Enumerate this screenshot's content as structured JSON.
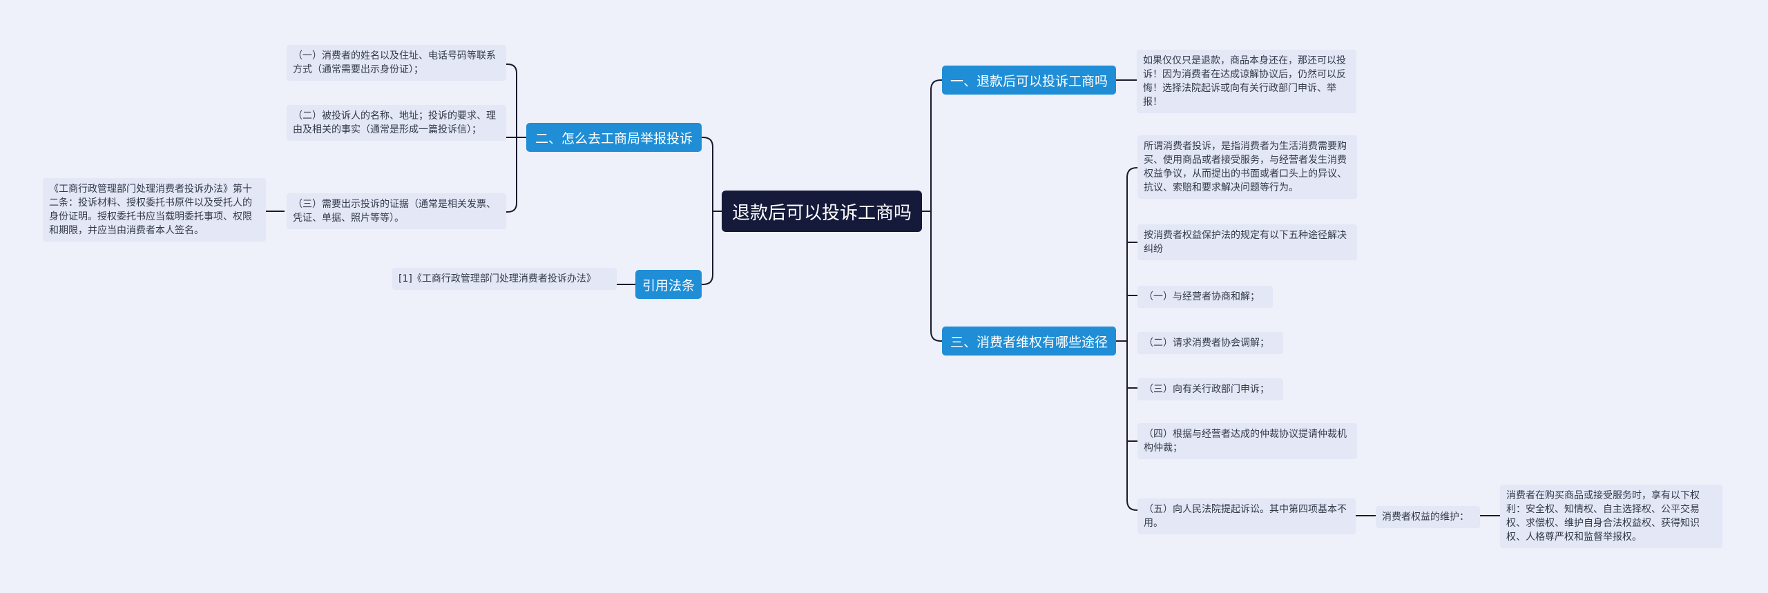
{
  "root": "退款后可以投诉工商吗",
  "branches": {
    "b1": "一、退款后可以投诉工商吗",
    "b2": "二、怎么去工商局举报投诉",
    "b3": "三、消费者维权有哪些途径",
    "b4": "引用法条"
  },
  "leaves": {
    "b1_1": "如果仅仅只是退款，商品本身还在，那还可以投诉！因为消费者在达成谅解协议后，仍然可以反悔！选择法院起诉或向有关行政部门申诉、举报！",
    "b2_1": "（一）消费者的姓名以及住址、电话号码等联系方式（通常需要出示身份证）；",
    "b2_2": "（二）被投诉人的名称、地址；投诉的要求、理由及相关的事实（通常是形成一篇投诉信）；",
    "b2_3": "（三）需要出示投诉的证据（通常是相关发票、凭证、单据、照片等等）。",
    "b2_3_1": "《工商行政管理部门处理消费者投诉办法》第十二条：投诉材料、授权委托书原件以及受托人的身份证明。授权委托书应当载明委托事项、权限和期限，并应当由消费者本人签名。",
    "b3_1": "所谓消费者投诉，是指消费者为生活消费需要购买、使用商品或者接受服务，与经营者发生消费权益争议，从而提出的书面或者口头上的异议、抗议、索赔和要求解决问题等行为。",
    "b3_2": "按消费者权益保护法的规定有以下五种途径解决纠纷",
    "b3_3": "（一）与经营者协商和解；",
    "b3_4": "（二）请求消费者协会调解；",
    "b3_5": "（三）向有关行政部门申诉；",
    "b3_6": "（四）根据与经营者达成的仲裁协议提请仲裁机构仲裁；",
    "b3_7": "（五）向人民法院提起诉讼。其中第四项基本不用。",
    "b3_7_1": "消费者权益的维护：",
    "b3_7_1_1": "消费者在购买商品或接受服务时，享有以下权利：安全权、知情权、自主选择权、公平交易权、求偿权、维护自身合法权益权、获得知识权、人格尊严权和监督举报权。",
    "b4_1": "[1]《工商行政管理部门处理消费者投诉办法》"
  },
  "colors": {
    "background": "#eef0fa",
    "root": "#151a3a",
    "branch": "#1f8ed6",
    "leaf": "#e3e7f6",
    "line": "#1a1a2e"
  }
}
